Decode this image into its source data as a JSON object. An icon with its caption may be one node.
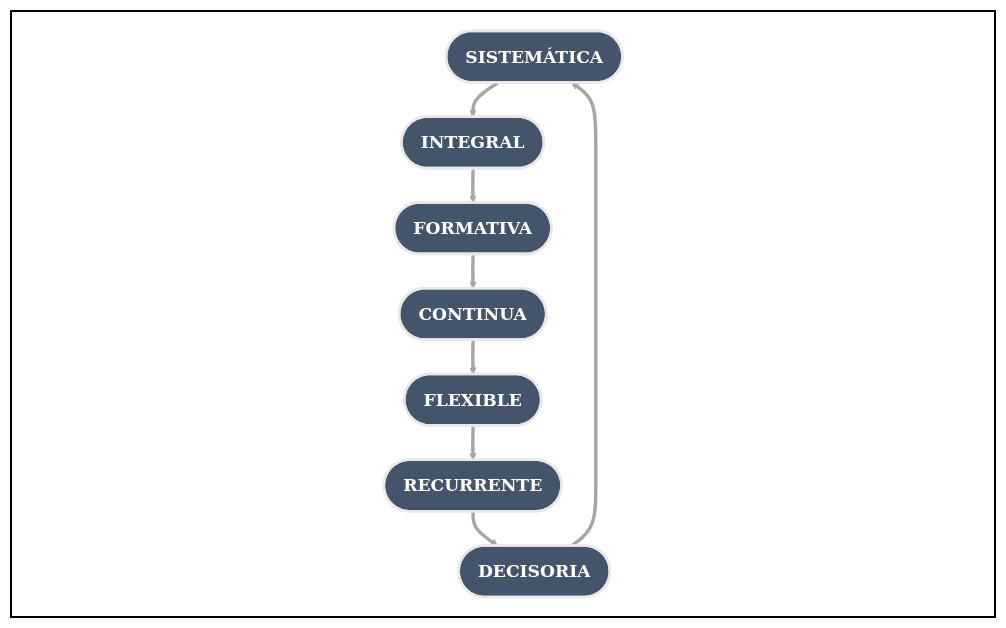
{
  "diagram": {
    "nodes": [
      {
        "text": [
          "SISTEMÁTICA"
        ]
      },
      {
        "text": [
          "INTEGRAL"
        ]
      },
      {
        "text": [
          "FORMATIVA"
        ]
      },
      {
        "text": [
          "CONTINUA"
        ]
      },
      {
        "text": [
          "FLEXIBLE"
        ]
      },
      {
        "text": [
          "RECURRENTE"
        ]
      },
      {
        "text": [
          "DECISORIA"
        ]
      }
    ],
    "edges": [
      {
        "from": 0,
        "to": 1,
        "arrow": "to"
      },
      {
        "from": 1,
        "to": 2,
        "arrow": "to"
      },
      {
        "from": 2,
        "to": 3,
        "arrow": "to"
      },
      {
        "from": 3,
        "to": 4,
        "arrow": "to"
      },
      {
        "from": 4,
        "to": 5,
        "arrow": "to"
      },
      {
        "from": 5,
        "to": 6,
        "arrow": "to"
      },
      {
        "from": 6,
        "to": 0,
        "arrow": "to"
      }
    ]
  }
}
